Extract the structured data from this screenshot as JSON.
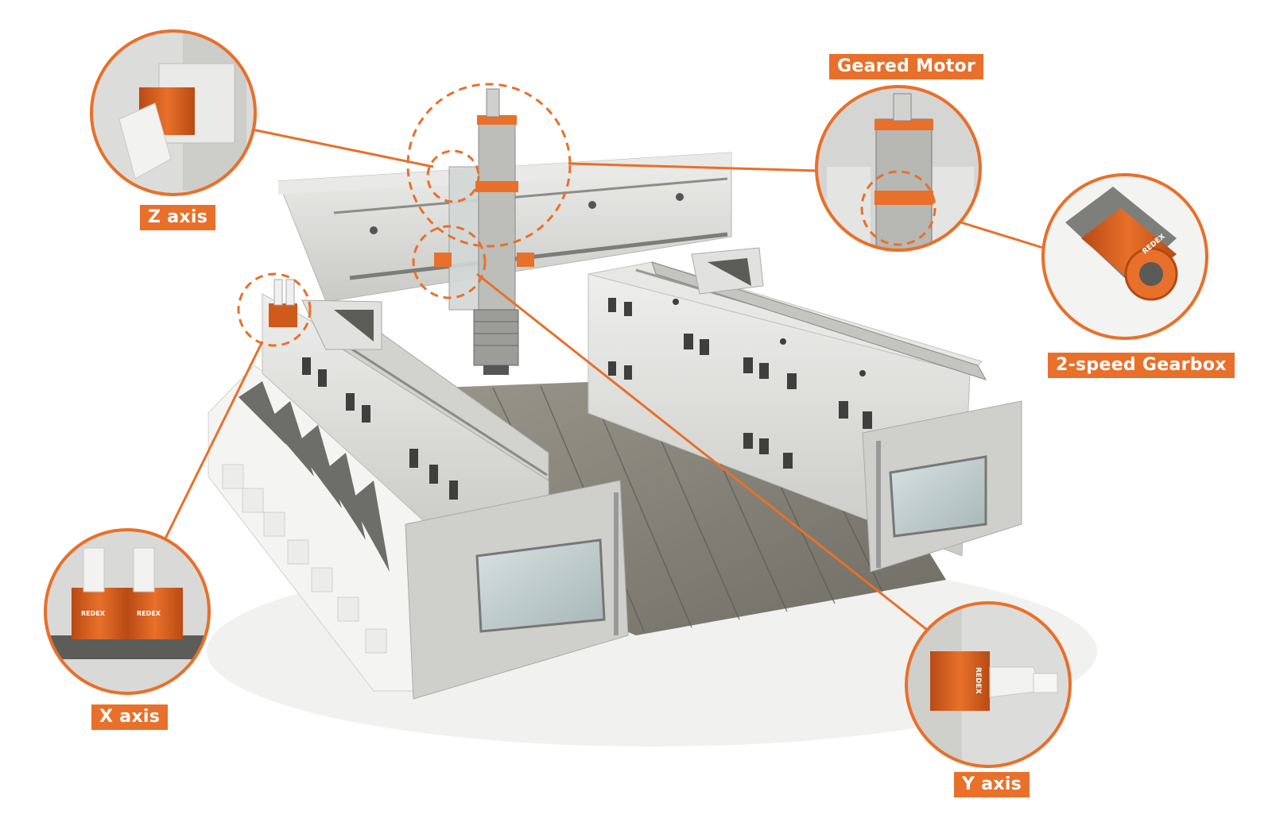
{
  "callouts": {
    "z_axis": "Z axis",
    "geared_motor": "Geared Motor",
    "gearbox": "2-speed Gearbox",
    "x_axis": "X axis",
    "y_axis": "Y axis"
  },
  "brand": "REDEX",
  "colors": {
    "accent": "#e8702a",
    "machine_body": "#d9d9d7",
    "machine_shadow": "#a9a9a6",
    "table": "#8a877c",
    "window": "#bcc9c9"
  }
}
